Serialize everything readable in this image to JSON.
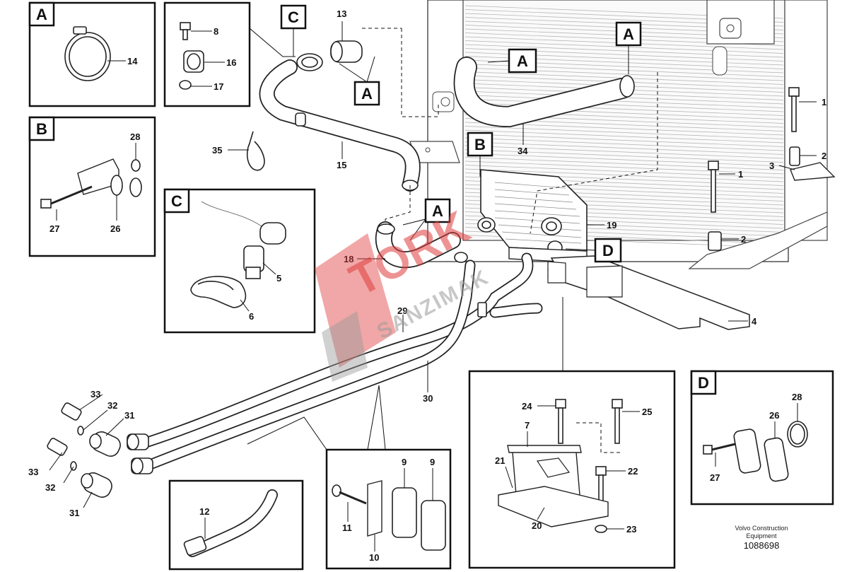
{
  "diagram": {
    "panel_tags": {
      "a": "A",
      "b": "B",
      "c": "C",
      "d": "D"
    },
    "callouts": {
      "c_top": "C",
      "a1": "A",
      "a2": "A",
      "a3": "A",
      "a4": "A",
      "b": "B",
      "d": "D"
    },
    "part_numbers": {
      "p1a": "1",
      "p1b": "1",
      "p2a": "2",
      "p2b": "2",
      "p3": "3",
      "p4": "4",
      "p5": "5",
      "p6": "6",
      "p7": "7",
      "p8": "8",
      "p9a": "9",
      "p9b": "9",
      "p10": "10",
      "p11": "11",
      "p12": "12",
      "p13": "13",
      "p14": "14",
      "p15": "15",
      "p16": "16",
      "p17": "17",
      "p18": "18",
      "p19": "19",
      "p20": "20",
      "p21": "21",
      "p22": "22",
      "p23": "23",
      "p24": "24",
      "p25": "25",
      "p26a": "26",
      "p26b": "26",
      "p27a": "27",
      "p27b": "27",
      "p28a": "28",
      "p28b": "28",
      "p29": "29",
      "p30": "30",
      "p31a": "31",
      "p31b": "31",
      "p32a": "32",
      "p32b": "32",
      "p33a": "33",
      "p33b": "33",
      "p34": "34",
      "p35": "35"
    },
    "watermark": {
      "line1": "TORK",
      "line2": "SANZIMAK"
    },
    "footer": {
      "maker": "Volvo Construction",
      "maker2": "Equipment",
      "drawing_number": "1088698"
    }
  }
}
